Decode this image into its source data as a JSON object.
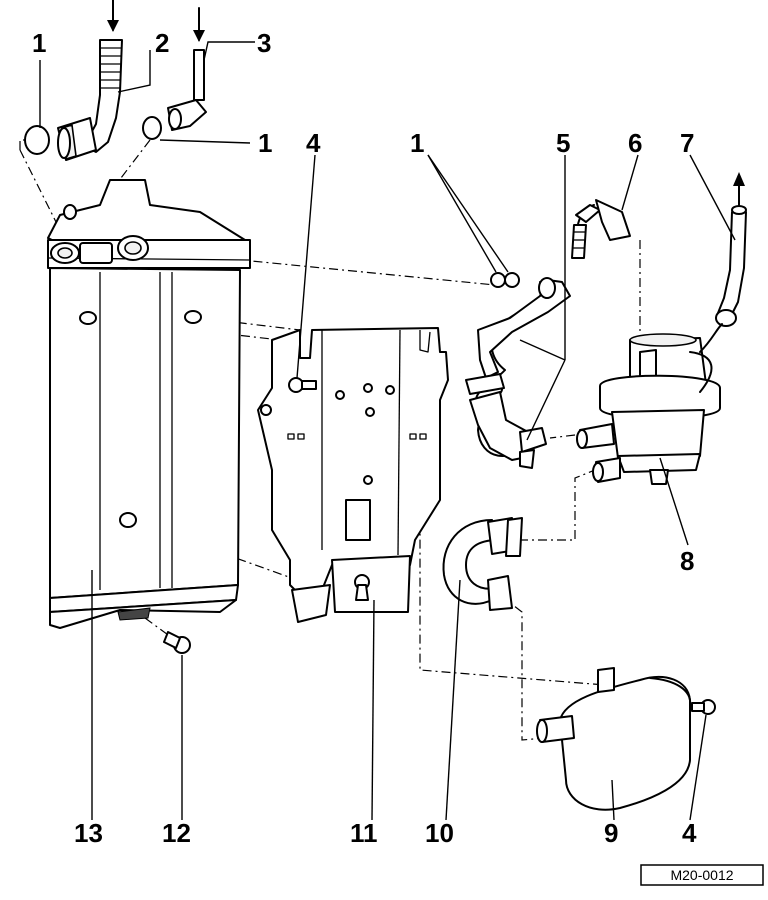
{
  "diagram": {
    "code": "M20-0012",
    "labels": {
      "l1a": "1",
      "l2": "2",
      "l3": "3",
      "l1b": "1",
      "l4a": "4",
      "l1c": "1",
      "l5": "5",
      "l6": "6",
      "l7": "7",
      "l8": "8",
      "l13": "13",
      "l12": "12",
      "l11": "11",
      "l10": "10",
      "l9": "9",
      "l4b": "4"
    }
  }
}
